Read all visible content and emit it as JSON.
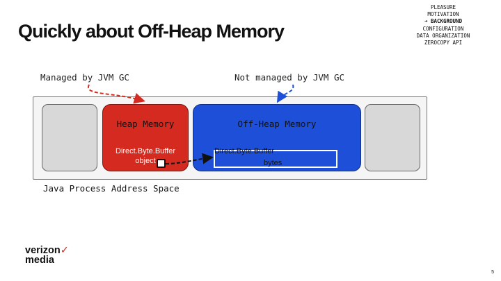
{
  "slide": {
    "title": "Quickly about Off-Heap Memory",
    "page_number": "5"
  },
  "agenda": {
    "items": [
      "Pleasure",
      "Motivation",
      "Background",
      "Configuration",
      "Data Organization",
      "ZeroCopy API"
    ],
    "current_index": 2,
    "current_marker": "➜"
  },
  "labels": {
    "managed": "Managed by JVM GC",
    "not_managed": "Not managed by JVM GC",
    "process_space": "Java Process Address Space"
  },
  "heap": {
    "title": "Heap Memory",
    "object_line1": "Direct.Byte.Buffer",
    "object_line2": "object"
  },
  "offheap": {
    "title": "Off-Heap Memory",
    "bytes_line1": "Direct.Byte.Buffer",
    "bytes_line2": "bytes"
  },
  "logo": {
    "line1": "verizon",
    "check": "✓",
    "line2": "media"
  },
  "colors": {
    "heap": "#d42a1f",
    "offheap": "#1e4fd8",
    "managed_arrow": "#d42a1f",
    "unmanaged_arrow": "#1e4fd8"
  }
}
